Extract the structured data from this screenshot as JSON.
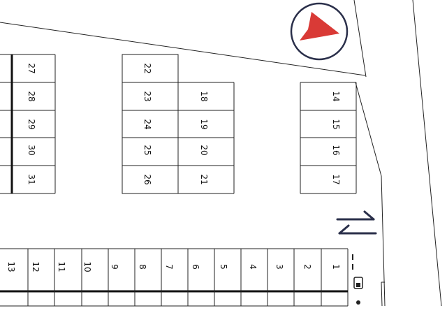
{
  "map": {
    "title": "",
    "compass_icon": "north-arrow-icon",
    "direction_icon": "two-way-traffic-icon",
    "colors": {
      "line": "#222222",
      "thick_line": "#111111",
      "compass_ring": "#2a2f4a",
      "compass_arrow": "#d93a36",
      "traffic_arrow": "#2a2f4a"
    }
  },
  "stalls": {
    "left_column": [
      "27",
      "28",
      "29",
      "30",
      "31"
    ],
    "center_left_column": [
      "22",
      "23",
      "24",
      "25",
      "26"
    ],
    "center_right_column": [
      "18",
      "19",
      "20",
      "21"
    ],
    "right_column": [
      "14",
      "15",
      "16",
      "17"
    ],
    "bottom_row": [
      "13",
      "12",
      "11",
      "10",
      "9",
      "8",
      "7",
      "6",
      "5",
      "4",
      "3",
      "2",
      "1"
    ]
  }
}
